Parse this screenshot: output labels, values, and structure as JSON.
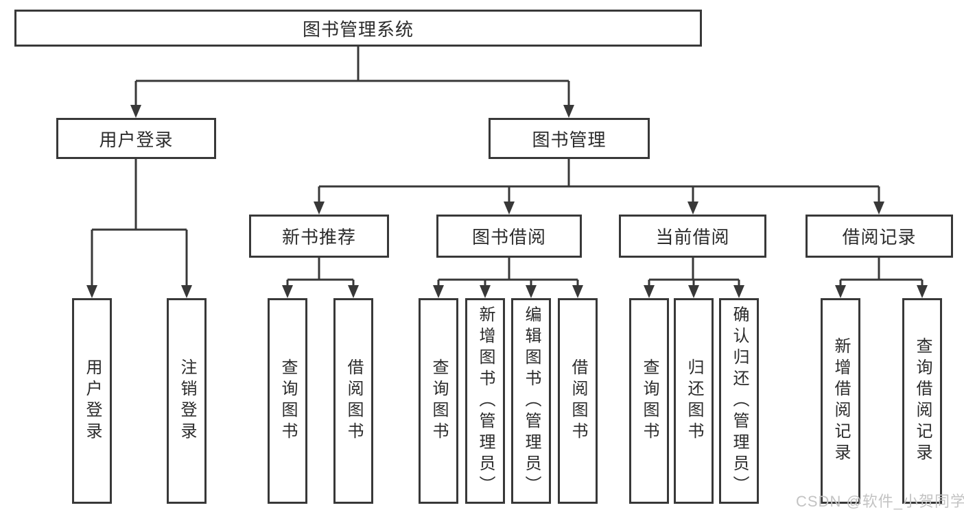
{
  "diagram": {
    "root": {
      "label": "图书管理系统"
    },
    "level1": [
      {
        "label": "用户登录"
      },
      {
        "label": "图书管理"
      }
    ],
    "level2": [
      {
        "label": "新书推荐"
      },
      {
        "label": "图书借阅"
      },
      {
        "label": "当前借阅"
      },
      {
        "label": "借阅记录"
      }
    ],
    "leaves": {
      "user_login": [
        {
          "label": "用户登录"
        },
        {
          "label": "注销登录"
        }
      ],
      "new_book_rec": [
        {
          "label": "查询图书"
        },
        {
          "label": "借阅图书"
        }
      ],
      "book_borrow": [
        {
          "label": "查询图书"
        },
        {
          "label": "新增图书（管理员）"
        },
        {
          "label": "编辑图书（管理员）"
        },
        {
          "label": "借阅图书"
        }
      ],
      "current_borrow": [
        {
          "label": "查询图书"
        },
        {
          "label": "归还图书"
        },
        {
          "label": "确认归还（管理员）"
        }
      ],
      "borrow_record": [
        {
          "label": "新增借阅记录"
        },
        {
          "label": "查询借阅记录"
        }
      ]
    }
  },
  "watermark": {
    "text": "CSDN @软件_小贺同学"
  },
  "colors": {
    "line": "#383838",
    "border": "#383838",
    "text": "#2b2b2b",
    "watermark": "#c3c3c3",
    "background": "#ffffff"
  }
}
